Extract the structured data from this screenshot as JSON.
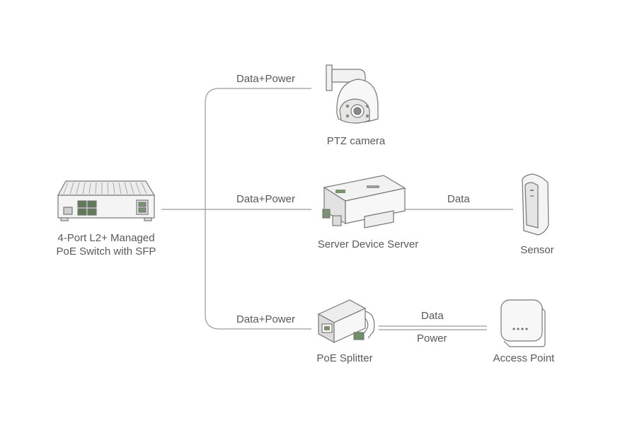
{
  "colors": {
    "line": "#9a9a9a",
    "device_stroke": "#777777",
    "device_fill": "#f2f2f2",
    "accent_green": "#6f8f64",
    "text": "#595959"
  },
  "switch": {
    "label_line1": "4-Port L2+ Managed",
    "label_line2": "PoE Switch with SFP",
    "icon": "poe-switch-icon"
  },
  "links": {
    "camera": "Data+Power",
    "server": "Data+Power",
    "splitter": "Data+Power",
    "server_sensor": "Data",
    "splitter_ap_data": "Data",
    "splitter_ap_power": "Power"
  },
  "devices": {
    "camera": {
      "label": "PTZ camera",
      "icon": "ptz-camera-icon"
    },
    "server": {
      "label": "Server Device Server",
      "icon": "device-server-icon"
    },
    "sensor": {
      "label": "Sensor",
      "icon": "sensor-icon"
    },
    "splitter": {
      "label": "PoE Splitter",
      "icon": "poe-splitter-icon"
    },
    "ap": {
      "label": "Access Point",
      "icon": "access-point-icon"
    }
  }
}
